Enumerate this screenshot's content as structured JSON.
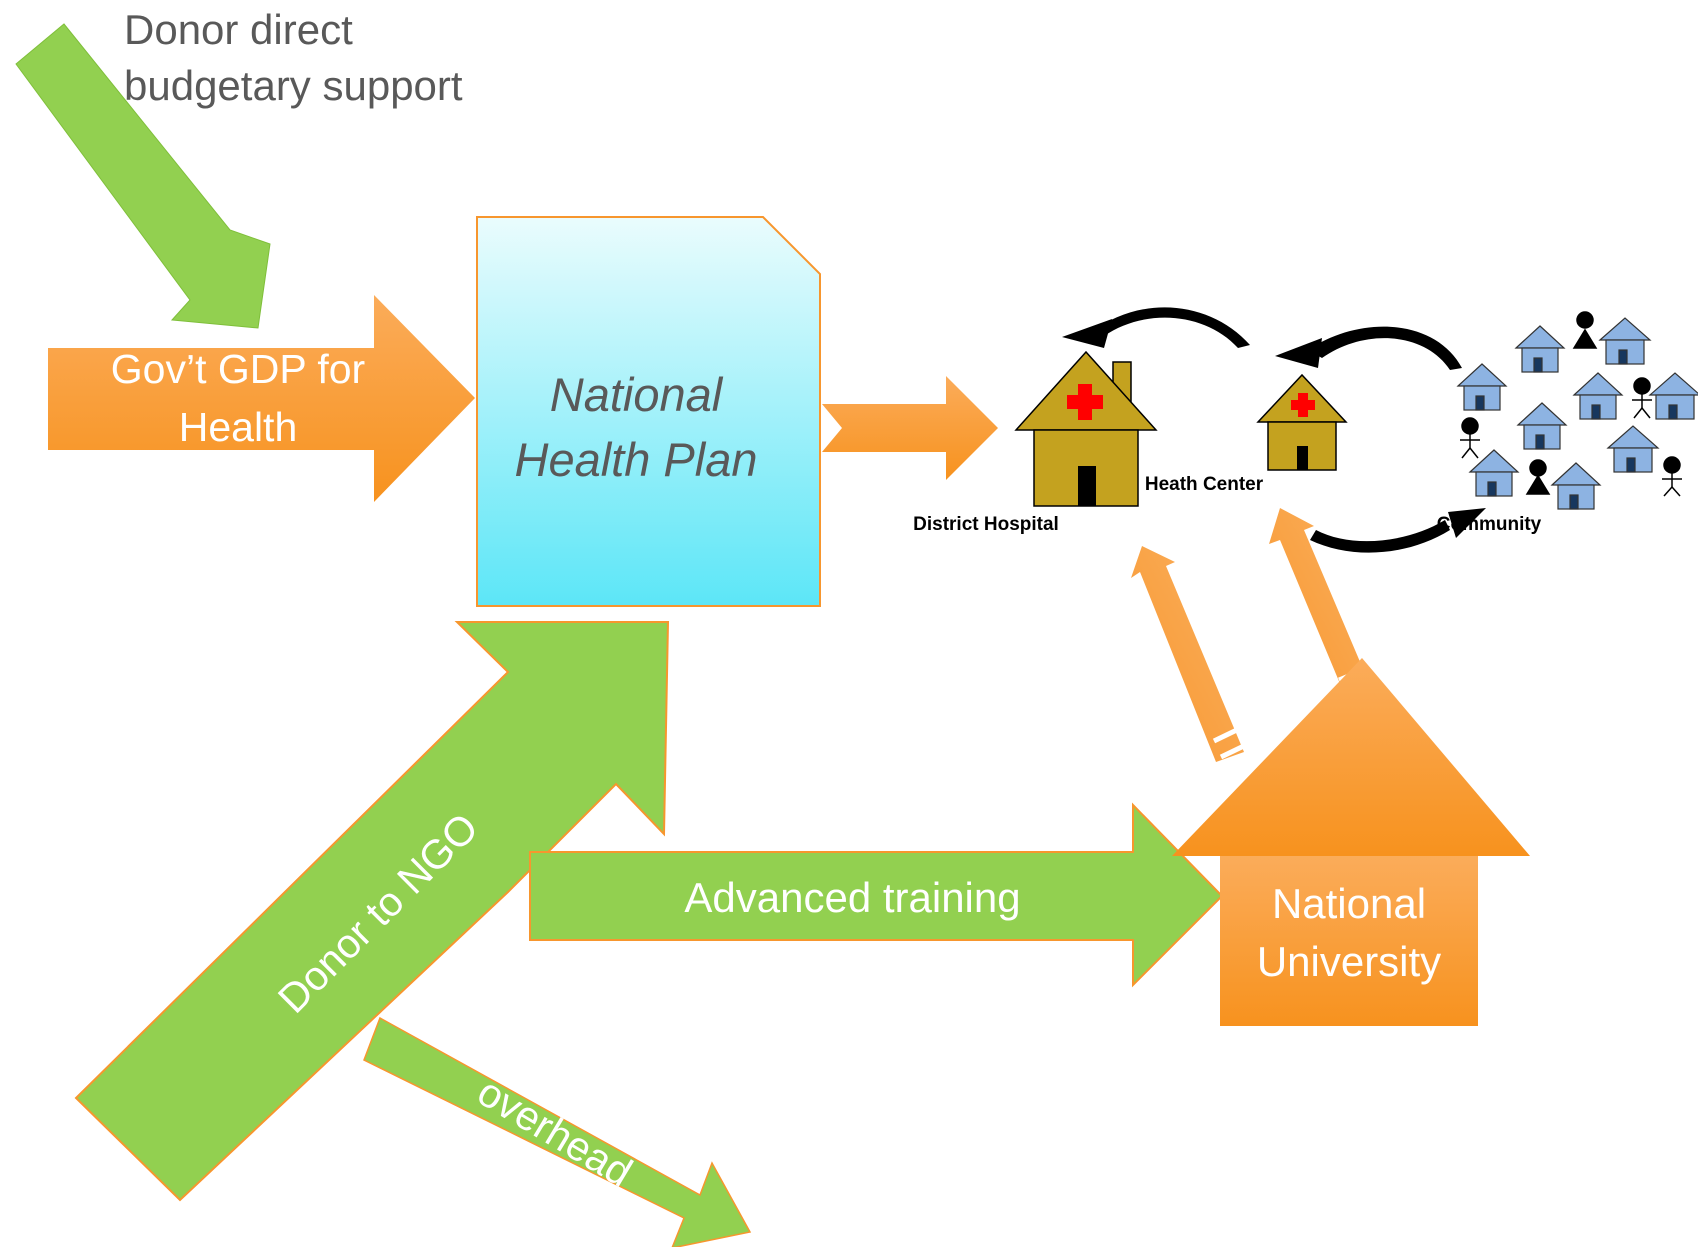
{
  "labels": {
    "donor_direct": "Donor direct\nbudgetary support",
    "gov_gdp": "Gov’t GDP for\nHealth",
    "national_health_plan": "National\nHealth Plan",
    "donor_to_ngo": "Donor to NGO",
    "advanced_training": "Advanced training",
    "national_university": "National\nUniversity",
    "overhead": "overhead",
    "district_hospital": "District Hospital",
    "heath_center": "Heath Center",
    "community": "Community"
  },
  "colors": {
    "green": "#92d050",
    "orange": "#f7962e",
    "orange_light": "#fbb15f",
    "house_ochre": "#c4a21f",
    "cross_red": "#ff0000",
    "community_blue": "#8db3e2",
    "plan_top": "#eafcfd",
    "plan_bottom": "#5ce6f7"
  },
  "icons": [
    "hospital-house-icon",
    "health-center-house-icon",
    "community-house-icon",
    "person-icon",
    "cycle-arrow-icon"
  ]
}
